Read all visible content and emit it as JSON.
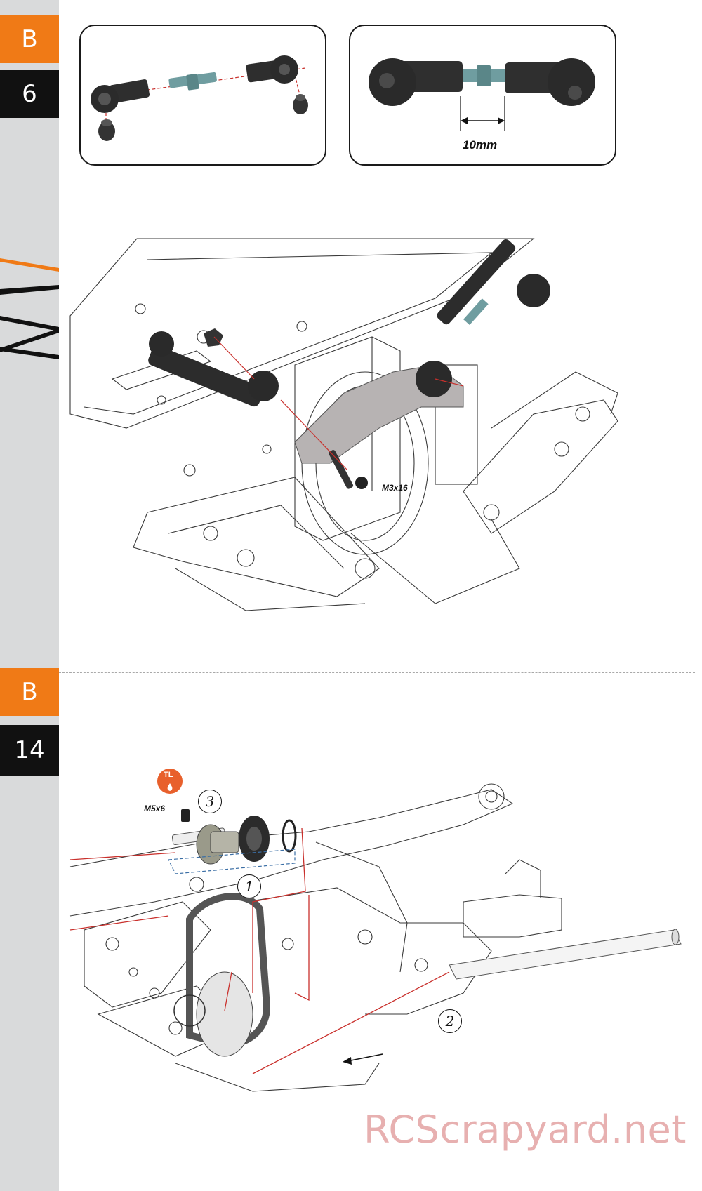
{
  "sidebar": {
    "step1": {
      "section": "B",
      "number": "6"
    },
    "step2": {
      "section": "B",
      "number": "14"
    }
  },
  "step1": {
    "detail_dimension": "10mm",
    "screw_label": "M3x16"
  },
  "step2": {
    "screw_label": "M5x6",
    "threadlock_icon_text": "TL",
    "callouts": [
      "1",
      "2",
      "3"
    ]
  },
  "watermark": "RCScrapyard.net",
  "colors": {
    "accent_orange": "#f07a16",
    "tab_black": "#111111",
    "strip_gray": "#d9dadb",
    "assembly_line_red": "#c9302c",
    "watermark": "#e7b0b0"
  }
}
